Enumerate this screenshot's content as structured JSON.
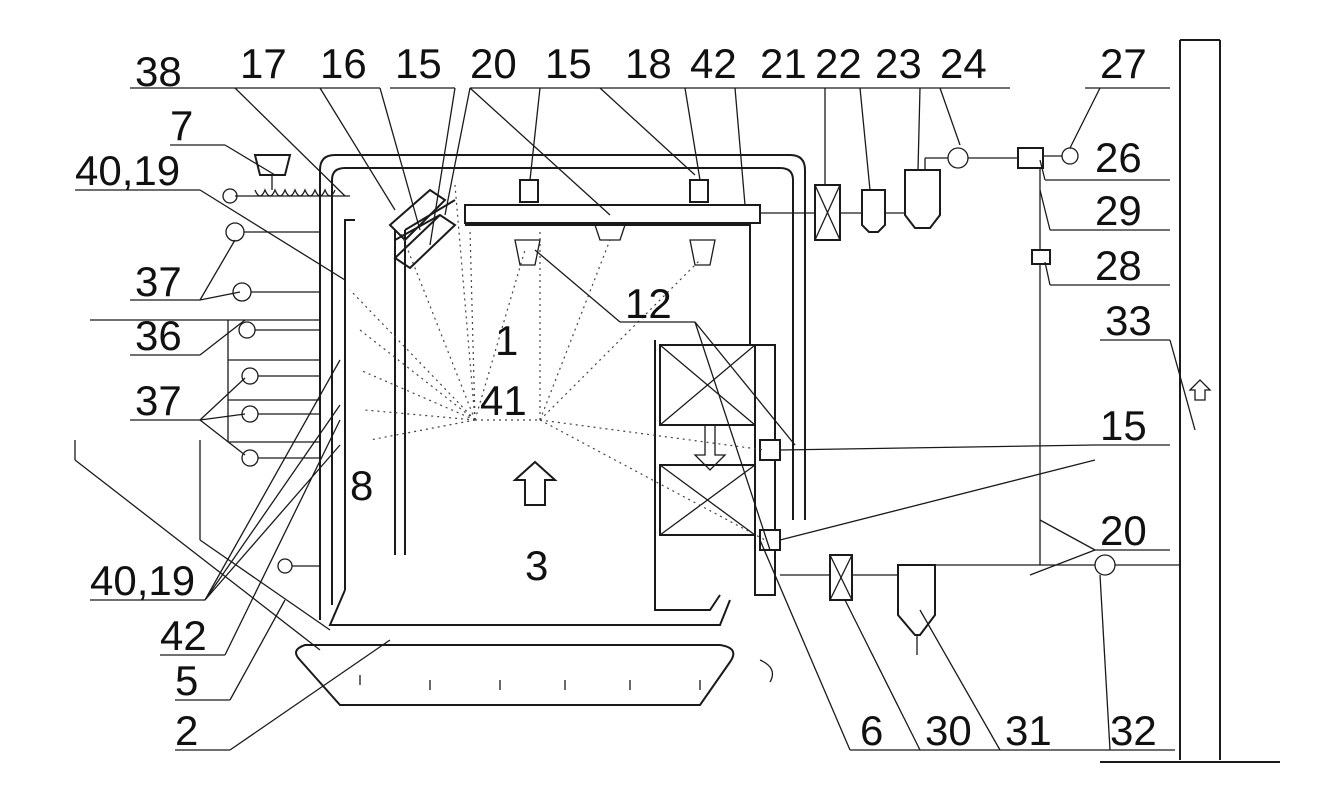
{
  "labels": {
    "l38": "38",
    "l17": "17",
    "l16": "16",
    "l15a": "15",
    "l20a": "20",
    "l15b": "15",
    "l18": "18",
    "l42a": "42",
    "l21": "21",
    "l22": "22",
    "l23": "23",
    "l24": "24",
    "l27": "27",
    "l7": "7",
    "l4019a": "40,19",
    "l26": "26",
    "l29": "29",
    "l28": "28",
    "l37a": "37",
    "l36": "36",
    "l33": "33",
    "l12": "12",
    "l1": "1",
    "l37b": "37",
    "l41": "41",
    "l15c": "15",
    "l8": "8",
    "l20b": "20",
    "l3": "3",
    "l4019b": "40,19",
    "l42b": "42",
    "l5": "5",
    "l2": "2",
    "l6": "6",
    "l30": "30",
    "l31": "31",
    "l32": "32"
  }
}
